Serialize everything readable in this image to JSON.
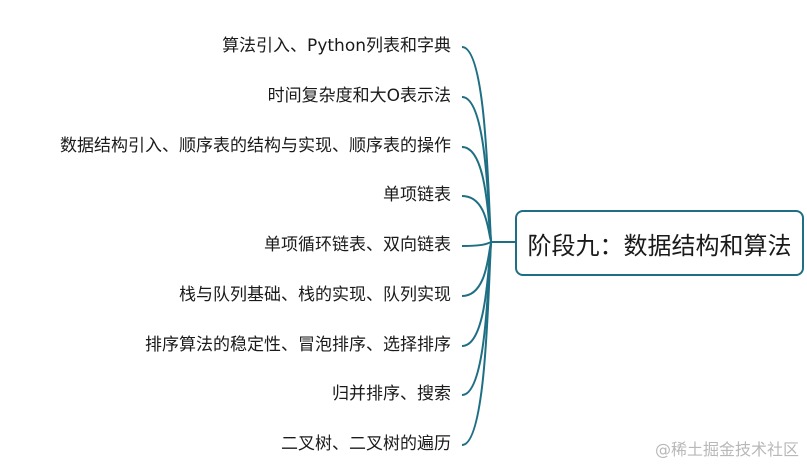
{
  "root": {
    "label": "阶段九：数据结构和算法"
  },
  "branches": [
    {
      "label": "算法引入、Python列表和字典"
    },
    {
      "label": "时间复杂度和大O表示法"
    },
    {
      "label": "数据结构引入、顺序表的结构与实现、顺序表的操作"
    },
    {
      "label": "单项链表"
    },
    {
      "label": "单项循环链表、双向链表"
    },
    {
      "label": "栈与队列基础、栈的实现、队列实现"
    },
    {
      "label": "排序算法的稳定性、冒泡排序、选择排序"
    },
    {
      "label": "归并排序、搜索"
    },
    {
      "label": "二叉树、二叉树的遍历"
    }
  ],
  "watermark": "@稀土掘金技术社区",
  "colors": {
    "connector": "#1f6f84",
    "text": "#1a1a1a",
    "watermark": "#b8b8b8"
  }
}
